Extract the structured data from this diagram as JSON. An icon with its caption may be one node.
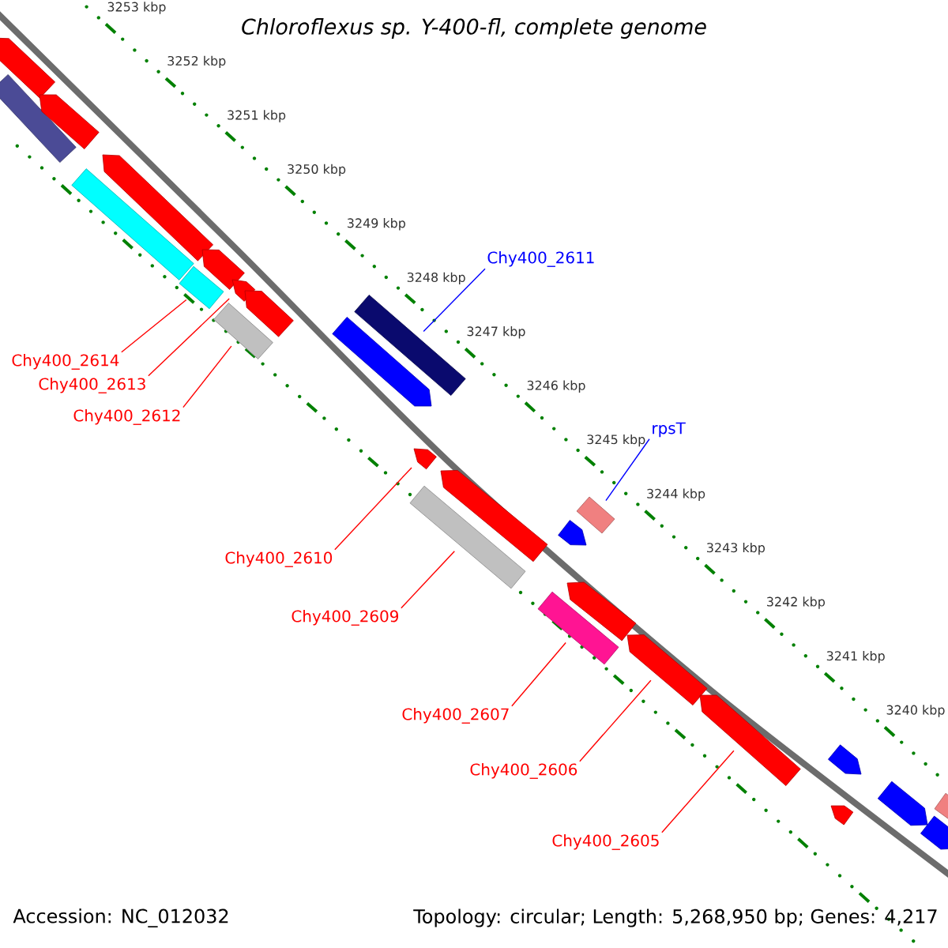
{
  "diagram": {
    "title": "Chloroflexus sp. Y-400-fl, complete genome",
    "nodes": [
      {
        "text": [
          "Chy400_2611"
        ]
      },
      {
        "text": [
          "Chy400_2614"
        ]
      },
      {
        "text": [
          "Chy400_2613"
        ]
      },
      {
        "text": [
          "Chy400_2612"
        ]
      },
      {
        "text": [
          "rpsT"
        ]
      },
      {
        "text": [
          "Chy400_2610"
        ]
      },
      {
        "text": [
          "Chy400_2609"
        ]
      },
      {
        "text": [
          "Chy400_2607"
        ]
      },
      {
        "text": [
          "Chy400_2606"
        ]
      },
      {
        "text": [
          "Chy400_2605"
        ]
      },
      {
        "text": [],
        "shape": "pentagon"
      },
      {
        "text": [],
        "shape": "bar"
      },
      {
        "text": [],
        "shape": "pentagon"
      },
      {
        "text": [],
        "shape": "bar"
      },
      {
        "text": [],
        "shape": "pentagon"
      },
      {
        "text": [],
        "shape": "bar"
      },
      {
        "text": [],
        "shape": "pentagon"
      },
      {
        "text": [],
        "shape": "pentagon"
      },
      {
        "text": [],
        "shape": "pentagon"
      },
      {
        "text": [],
        "shape": "bar"
      },
      {
        "text": [],
        "shape": "bar"
      },
      {
        "text": [],
        "shape": "pentagon"
      },
      {
        "text": [],
        "shape": "pentagon"
      },
      {
        "text": [],
        "shape": "pentagon"
      },
      {
        "text": [],
        "shape": "bar"
      },
      {
        "text": [],
        "shape": "bar"
      },
      {
        "text": [],
        "shape": "pentagon"
      },
      {
        "text": [],
        "shape": "bar"
      },
      {
        "text": [],
        "shape": "pentagon"
      },
      {
        "text": [],
        "shape": "pentagon"
      },
      {
        "text": [],
        "shape": "pentagon"
      },
      {
        "text": [],
        "shape": "pentagon"
      },
      {
        "text": [],
        "shape": "pentagon"
      },
      {
        "text": [],
        "shape": "pentagon"
      },
      {
        "text": [],
        "shape": "bar"
      },
      {
        "text": [],
        "shape": "pentagon"
      }
    ],
    "edges": [
      {
        "from": 0,
        "to": 20,
        "arrow": "none",
        "color": "#0000ff"
      },
      {
        "from": 1,
        "to": 15,
        "arrow": "none"
      },
      {
        "from": 2,
        "to": 17,
        "arrow": "none"
      },
      {
        "from": 3,
        "to": 19,
        "arrow": "none"
      },
      {
        "from": 4,
        "to": 25,
        "arrow": "none",
        "color": "#0000ff"
      },
      {
        "from": 5,
        "to": 22,
        "arrow": "none"
      },
      {
        "from": 6,
        "to": 24,
        "arrow": "none"
      },
      {
        "from": 7,
        "to": 27,
        "arrow": "none"
      },
      {
        "from": 8,
        "to": 29,
        "arrow": "none"
      },
      {
        "from": 9,
        "to": 30,
        "arrow": "none"
      }
    ],
    "labels": [
      "3253 kbp",
      "3252 kbp",
      "3251 kbp",
      "3250 kbp",
      "3249 kbp",
      "3248 kbp",
      "3247 kbp",
      "3246 kbp",
      "3245 kbp",
      "3244 kbp",
      "3243 kbp",
      "3242 kbp",
      "3241 kbp",
      "3240 kbp",
      "Accession: NC_012032",
      "Topology: circular; Length: 5,268,950 bp; Genes: 4,217"
    ]
  }
}
